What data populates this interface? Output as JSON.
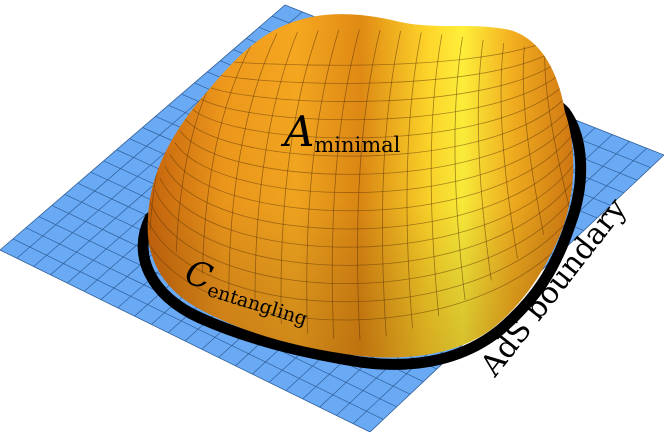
{
  "labels": {
    "area": {
      "main": "A",
      "sub": "minimal"
    },
    "curve": {
      "main": "C",
      "sub": "entangling"
    },
    "boundary": "AdS boundary"
  },
  "colors": {
    "plane_fill": "#6aaaf4",
    "plane_grid": "#2f5f9a",
    "surface_light": "#ffe52a",
    "surface_mid": "#f7a21a",
    "surface_dark": "#c4620c",
    "surface_mesh": "#5a3208",
    "curve": "#000000",
    "text": "#000000"
  }
}
